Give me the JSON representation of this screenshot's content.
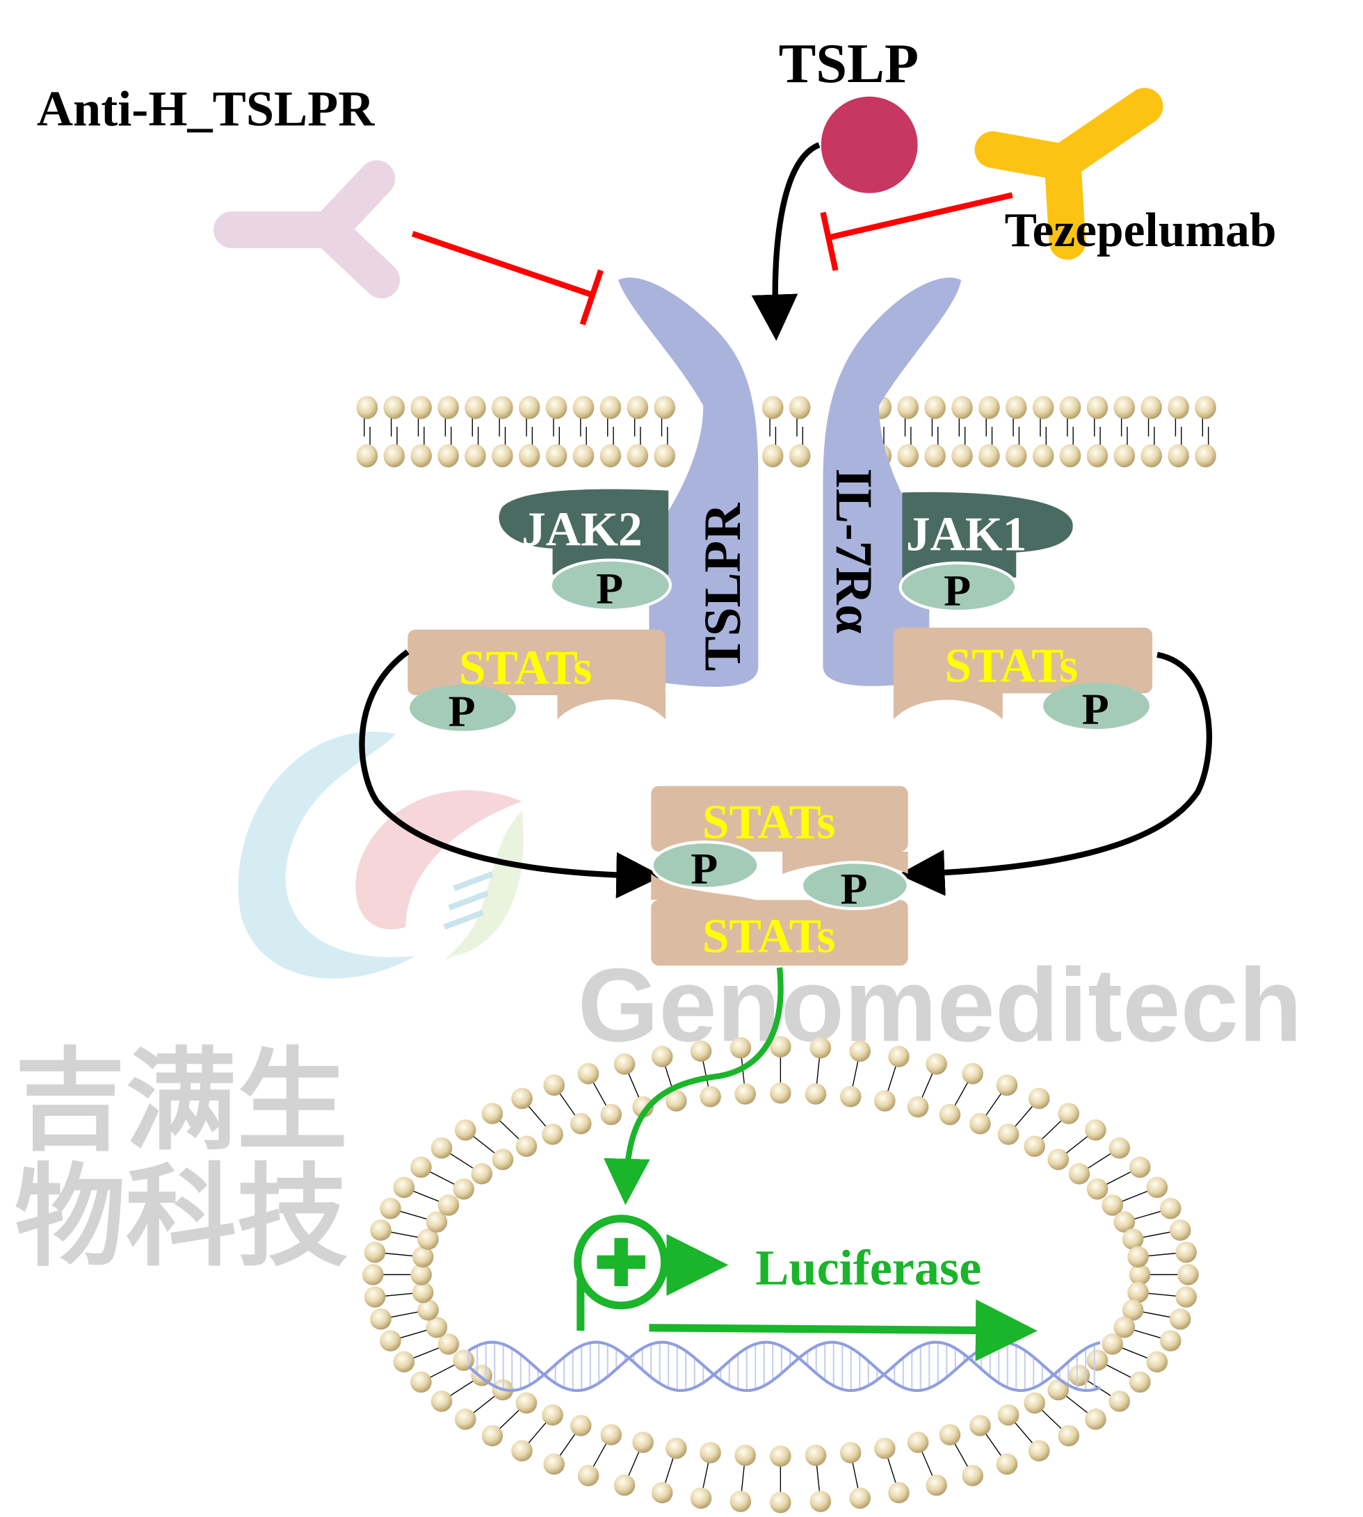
{
  "title_left": "Anti-H_TSLPR",
  "ligand": "TSLP",
  "antibody_right": "Tezepelumab",
  "receptors": {
    "left": "TSLPR",
    "right": "IL-7Rα"
  },
  "kinases": {
    "left": "JAK2",
    "right": "JAK1"
  },
  "phospho": "P",
  "stats": "STATs",
  "reporter": "Luciferase",
  "watermark": {
    "chinese": "吉满生物科技",
    "english": "Genomeditech"
  },
  "colors": {
    "inhibit": "#ff0000",
    "activation": "#1ab52a",
    "receptor": "#a9b3dc",
    "jak": "#4a6b62",
    "phospho": "#a4cbb8",
    "stat": "#dbbca2",
    "stat_text": "#ffff00",
    "tslp": "#c83762",
    "tezepelumab": "#fdc312",
    "anti_tslpr": "#ead5e5"
  }
}
